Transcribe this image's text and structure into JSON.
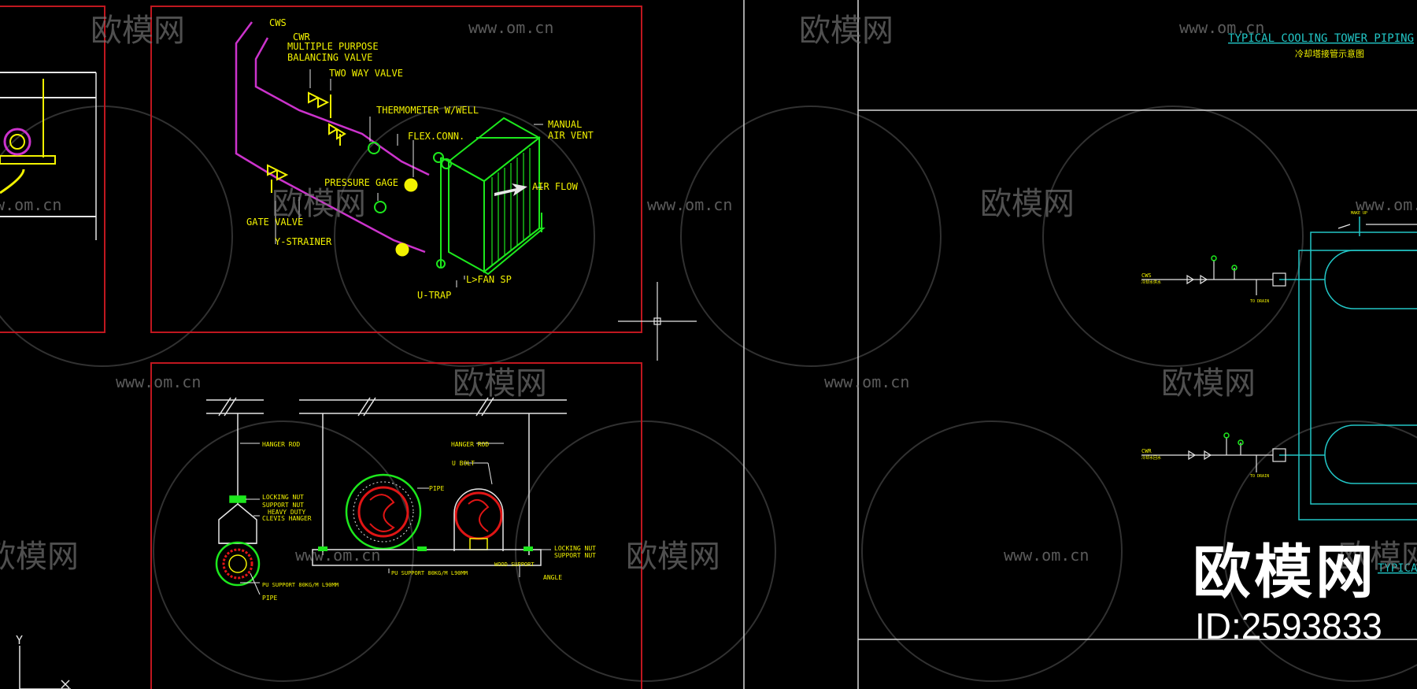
{
  "colors": {
    "background": "#000000",
    "frame_red": "#c0171f",
    "cad_yellow": "#f2f200",
    "cad_green": "#1de81d",
    "cad_magenta": "#cc33cc",
    "cad_cyan": "#22c6c6",
    "cad_red": "#e01515",
    "cad_white": "#e6e6e6",
    "watermark": "#7a7a7a"
  },
  "watermark": {
    "url": "www.om.cn",
    "brand": "欧模网"
  },
  "branding": {
    "big_text": "欧模网",
    "id_text": "ID:2593833"
  },
  "coil_diagram": {
    "cws": "CWS",
    "cwr": "CWR",
    "multi_valve_1": "MULTIPLE PURPOSE",
    "multi_valve_2": "BALANCING VALVE",
    "two_way_valve": "TWO WAY VALVE",
    "thermometer": "THERMOMETER W/WELL",
    "flex_conn": "FLEX.CONN.",
    "manual_vent_1": "MANUAL",
    "manual_vent_2": "AIR VENT",
    "air_flow": "AIR FLOW",
    "pressure_gage": "PRESSURE GAGE",
    "gate_valve": "GATE VALVE",
    "y_strainer": "Y-STRAINER",
    "u_trap": "U-TRAP",
    "fan_sp": "L>FAN SP"
  },
  "support_diagram": {
    "hanger_rod_left": "HANGER ROD",
    "hanger_rod_right": "HANGER ROD",
    "u_bolt": "U BOLT",
    "pipe_top": "PIPE",
    "locking_nut": "LOCKING NUT",
    "support_nut": "SUPPORT NUT",
    "heavy_duty": "HEAVY DUTY",
    "clevis_hanger": "CLEVIS HANGER",
    "pu_support_left": "PU SUPPORT 80KG/M L90MM",
    "pipe_bottom": "PIPE",
    "pu_support_mid": "PU SUPPORT 80KG/M L90MM",
    "wood_support": "WOOD SUPPORT",
    "locking_nut_r": "LOCKING NUT",
    "support_nut_r": "SUPPORT NUT",
    "angle": "ANGLE"
  },
  "tower_diagram": {
    "title": "TYPICAL COOLING TOWER PIPING",
    "subtitle": "冷却塔接管示意图",
    "cws": "CWS",
    "cws_cn": "冷却水供水",
    "cwr": "CWR",
    "cwr_cn": "冷却水回水",
    "to_drain_1": "TO DRAIN",
    "to_drain_2": "TO DRAIN",
    "make_up": "MAKE UP",
    "title2": "TYPICAL"
  },
  "ucs": {
    "y_label": "Y"
  }
}
